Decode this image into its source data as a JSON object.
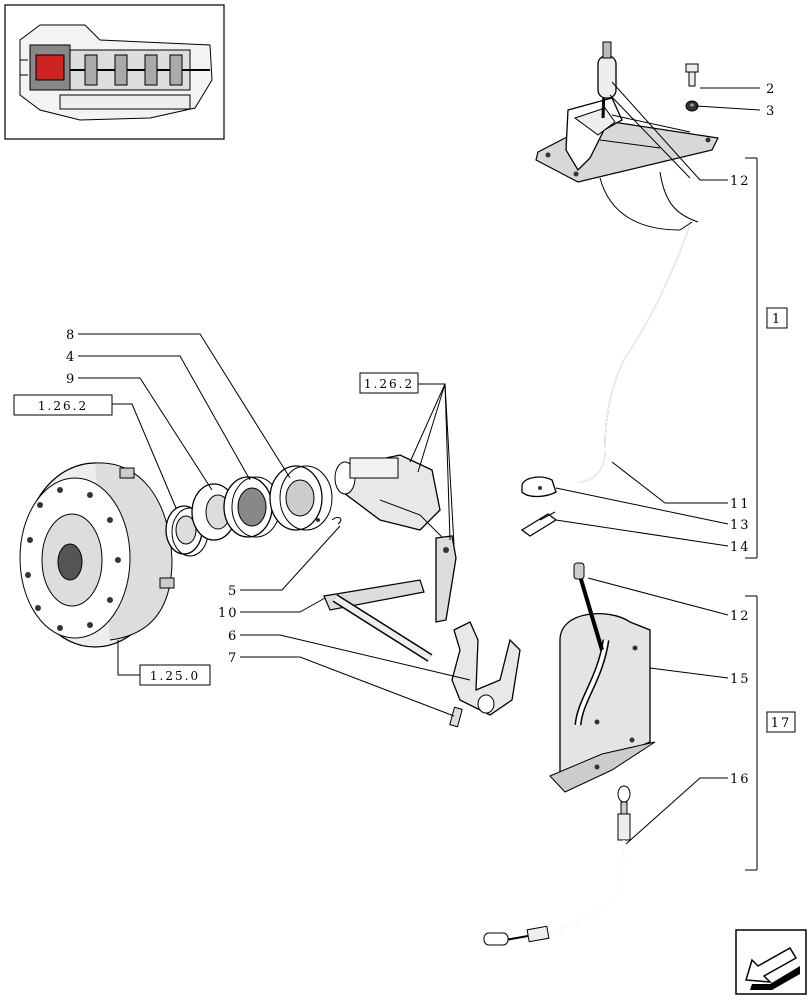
{
  "callouts": {
    "n2": "2",
    "n3": "3",
    "n12a": "12",
    "n11": "11",
    "n13": "13",
    "n14": "14",
    "n12b": "12",
    "n15": "15",
    "n16": "16",
    "n8": "8",
    "n4": "4",
    "n9": "9",
    "n5": "5",
    "n10": "10",
    "n6": "6",
    "n7": "7"
  },
  "groups": {
    "g1": "1",
    "g17": "17"
  },
  "references": {
    "ref_clutch": "1.26.2",
    "ref_fork": "1.26.2",
    "ref_flywheel": "1.25.0"
  }
}
